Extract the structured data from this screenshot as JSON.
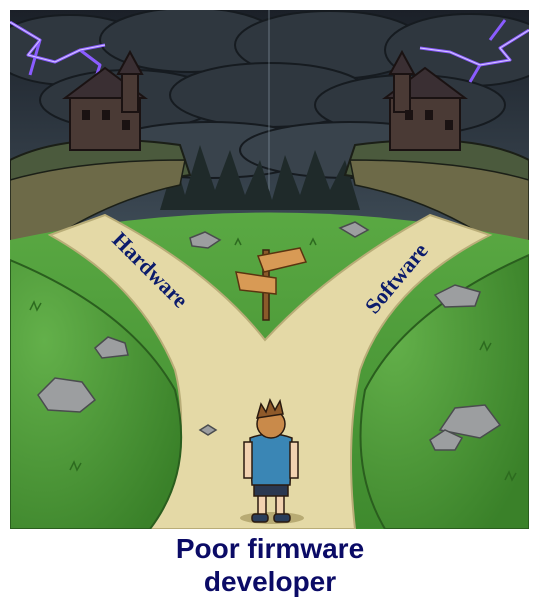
{
  "meme": {
    "left_path_label": "Hardware",
    "right_path_label": "Software",
    "caption_line1": "Poor firmware",
    "caption_line2": "developer"
  },
  "colors": {
    "label_text": "#0b1b6b",
    "caption_text": "#0b0b66",
    "sky": "#2b3440",
    "grass": "#4e9a3a",
    "path": "#e4d9a6",
    "lightning": "#8a5cff"
  }
}
